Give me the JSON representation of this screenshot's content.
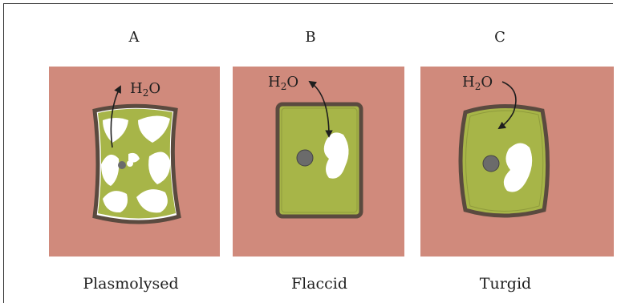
{
  "panels": [
    {
      "letter": "A",
      "caption": "Plasmolysed",
      "label": "H",
      "sub": "2",
      "tail": "O"
    },
    {
      "letter": "B",
      "caption": "Flaccid",
      "label": "H",
      "sub": "2",
      "tail": "O"
    },
    {
      "letter": "C",
      "caption": "Turgid",
      "label": "H",
      "sub": "2",
      "tail": "O"
    }
  ],
  "colors": {
    "background_tile": "#d08a7c",
    "cytoplasm": "#a7b548",
    "cell_wall": "#5a4a3f",
    "vacuole": "#ffffff",
    "nucleus": "#6b6b6b",
    "text": "#1e1e1e"
  }
}
